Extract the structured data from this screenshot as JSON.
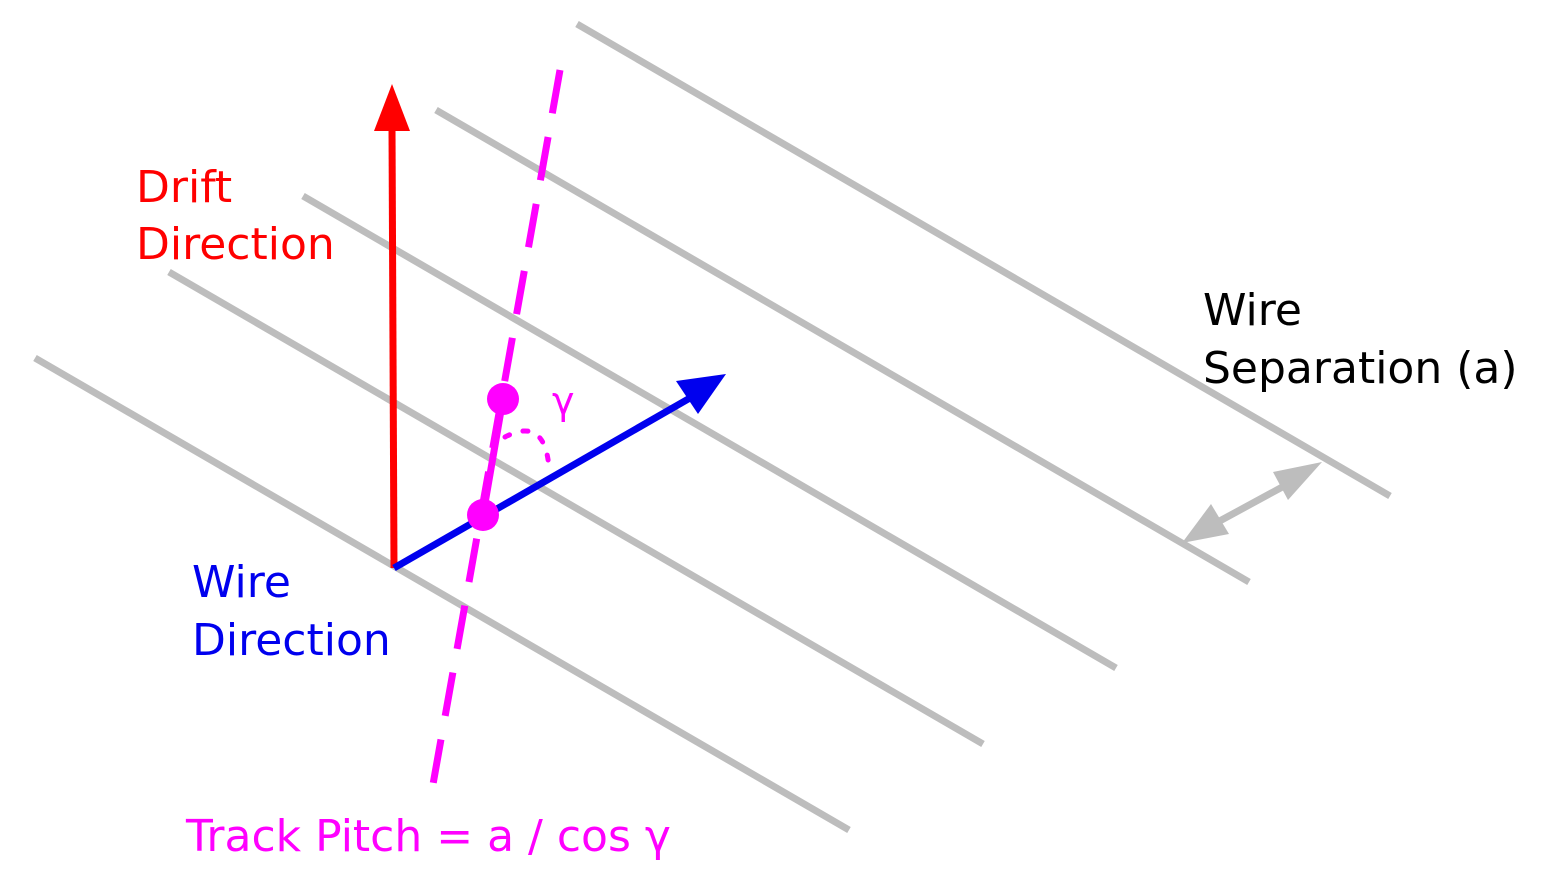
{
  "labels": {
    "drift_line1": "Drift",
    "drift_line2": "Direction",
    "wire_dir_line1": "Wire",
    "wire_dir_line2": "Direction",
    "separation_line1": "Wire",
    "separation_line2": "Separation (a)",
    "gamma": "γ",
    "track_pitch": "Track Pitch = a / cos γ"
  },
  "colors": {
    "wires": "#bdbdbd",
    "drift": "#ff0000",
    "wire_direction": "#0000ee",
    "track": "#ff00ff",
    "text": "#000000"
  }
}
